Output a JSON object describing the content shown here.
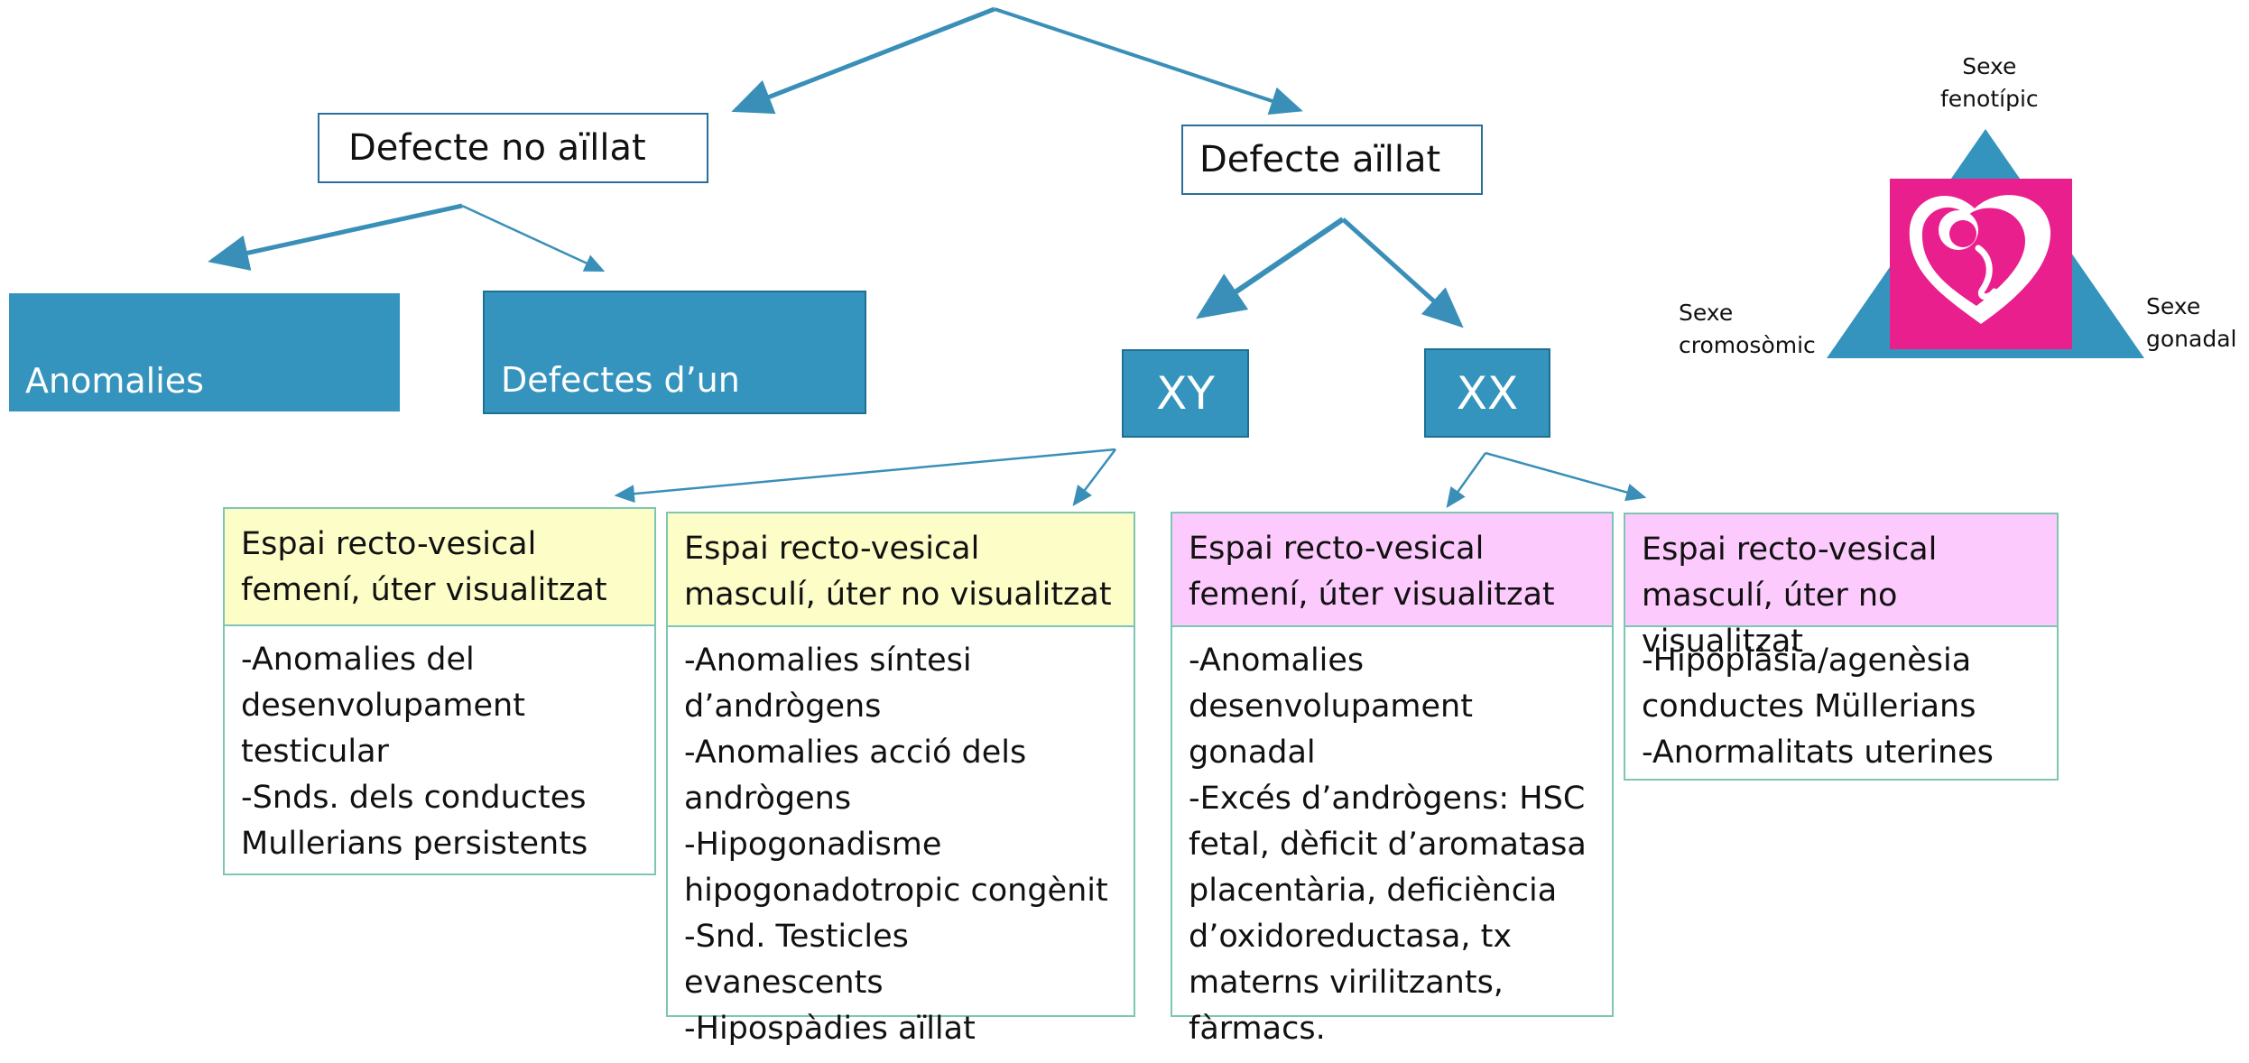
{
  "top_level": {
    "left_box": "Defecte no aïllat",
    "right_box": "Defecte aïllat"
  },
  "non_isolated": {
    "left": "Anomalies\ncromosòmiques",
    "right": "Defectes d’un\ngen/associació"
  },
  "karyotype": {
    "xy": "XY",
    "xx": "XX"
  },
  "columns": [
    {
      "header": "Espai recto-vesical femení, úter visualitzat",
      "body": "-Anomalies del\ndesenvolupament\ntesticular\n-Snds. dels conductes\nMullerians persistents"
    },
    {
      "header": "Espai recto-vesical masculí, úter no visualitzat",
      "body": "-Anomalies síntesi\nd’andrògens\n-Anomalies acció dels\nandrògens\n-Hipogonadisme\nhipogonadotropic congènit\n-Snd. Testicles evanescents\n-Hipospàdies aïllat"
    },
    {
      "header": "Espai recto-vesical femení, úter visualitzat",
      "body": "-Anomalies\ndesenvolupament gonadal\n-Excés d’andrògens: HSC\nfetal, dèficit d’aromatasa\nplacentària, deficiència\nd’oxidoreductasa, tx\nmaterns virilitzants,\nfàrmacs."
    },
    {
      "header": "Espai recto-vesical masculí, úter no visualitzat",
      "body": "-Hipoplàsia/agenèsia\nconductes Müllerians\n-Anormalitats uterines"
    }
  ],
  "triangle": {
    "top_label": "Sexe\nfenotípic",
    "left_label": "Sexe\ncromosòmic",
    "right_label": "Sexe\ngonadal",
    "icon": "fetus-heart-icon"
  },
  "colors": {
    "teal": "#3494bd",
    "arrow": "#3a8fb8",
    "yellow_header": "#fdfdc8",
    "pink_header": "#fccafc",
    "magenta_icon": "#ea1f8e"
  }
}
